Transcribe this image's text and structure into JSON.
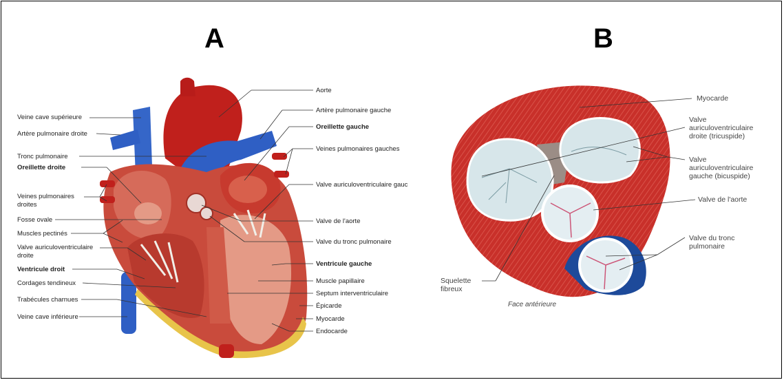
{
  "panels": {
    "a": {
      "letter": "A"
    },
    "b": {
      "letter": "B"
    }
  },
  "heart_a": {
    "labels_left": {
      "veine_cave_sup": "Veine cave supérieure",
      "artere_pulm_droite": "Artère pulmonaire droite",
      "tronc_pulm": "Tronc pulmonaire",
      "oreillette_droite": "Oreillette droite",
      "veines_pulm_droites_1": "Veines pulmonaires",
      "veines_pulm_droites_2": "droites",
      "fosse_ovale": "Fosse ovale",
      "muscles_pectines": "Muscles pectinés",
      "valve_av_droite_1": "Valve auriculoventriculaire",
      "valve_av_droite_2": "droite",
      "ventricule_droit": "Ventricule droit",
      "cordages": "Cordages tendineux",
      "trabecules": "Trabécules charnues",
      "veine_cave_inf": "Veine cave inférieure"
    },
    "labels_right": {
      "aorte": "Aorte",
      "artere_pulm_gauche": "Artère pulmonaire gauche",
      "oreillette_gauche": "Oreillette gauche",
      "veines_pulm_gauches": "Veines pulmonaires gauches",
      "valve_av_gauche": "Valve auriculoventriculaire gauc",
      "valve_aorte": "Valve de l'aorte",
      "valve_tronc": "Valve du tronc pulmonaire",
      "ventricule_gauche": "Ventricule gauche",
      "muscle_papillaire": "Muscle papillaire",
      "septum": "Septum interventriculaire",
      "epicarde": "Épicarde",
      "myocarde": "Myocarde",
      "endocarde": "Endocarde"
    }
  },
  "valves_b": {
    "myocarde": "Myocarde",
    "tricuspide_1": "Valve",
    "tricuspide_2": "auriculoventriculaire",
    "tricuspide_3": "droite (tricuspide)",
    "bicuspide_1": "Valve",
    "bicuspide_2": "auriculoventriculaire",
    "bicuspide_3": "gauche (bicuspide)",
    "aorte": "Valve de l'aorte",
    "tronc_1": "Valve du tronc",
    "tronc_2": "pulmonaire",
    "squelette_1": "Squelette",
    "squelette_2": "fibreux",
    "caption": "Face antérieure"
  },
  "colors": {
    "vein_blue": "#2f5fc4",
    "artery_red": "#c0201c",
    "muscle": "#c94b3c",
    "inner": "#e49a86",
    "fat": "#e8c44a",
    "valve_cusp": "#dce8ec"
  }
}
